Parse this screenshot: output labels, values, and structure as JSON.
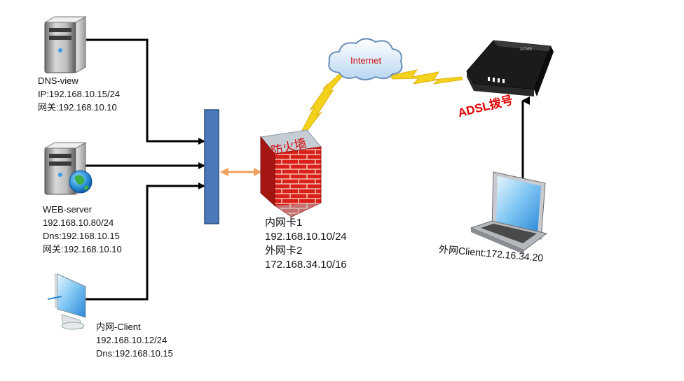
{
  "nodes": {
    "dns_view": {
      "lines": [
        "DNS-view",
        "IP:192.168.10.15/24",
        "网关:192.168.10.10"
      ],
      "icon": "server-icon"
    },
    "web_server": {
      "lines": [
        "WEB-server",
        "192.168.10.80/24",
        "Dns:192.168.10.15",
        "网关:192.168.10.10"
      ],
      "icon": "server-globe-icon"
    },
    "inner_client": {
      "lines": [
        "内网-Client",
        "192.168.10.12/24",
        "Dns:192.168.10.15"
      ],
      "icon": "monitor-icon"
    },
    "firewall": {
      "title": "防火墙",
      "lines": [
        "内网卡1",
        "192.168.10.10/24",
        "外网卡2",
        "172.168.34.10/16"
      ],
      "icon": "firewall-icon"
    },
    "internet": {
      "label": "Internet",
      "icon": "cloud-icon"
    },
    "adsl": {
      "label": "ADSL拨号",
      "brand": "ACME",
      "icon": "modem-icon"
    },
    "outer_client": {
      "label": "外网Client:172.16.34.20",
      "icon": "laptop-icon"
    }
  },
  "colors": {
    "switch_fill": "#4a78b8",
    "bidirectional_arrow": "#f0a060",
    "lightning": "#f2d21a",
    "brick": "#d9201a",
    "label_red": "#d11010"
  }
}
